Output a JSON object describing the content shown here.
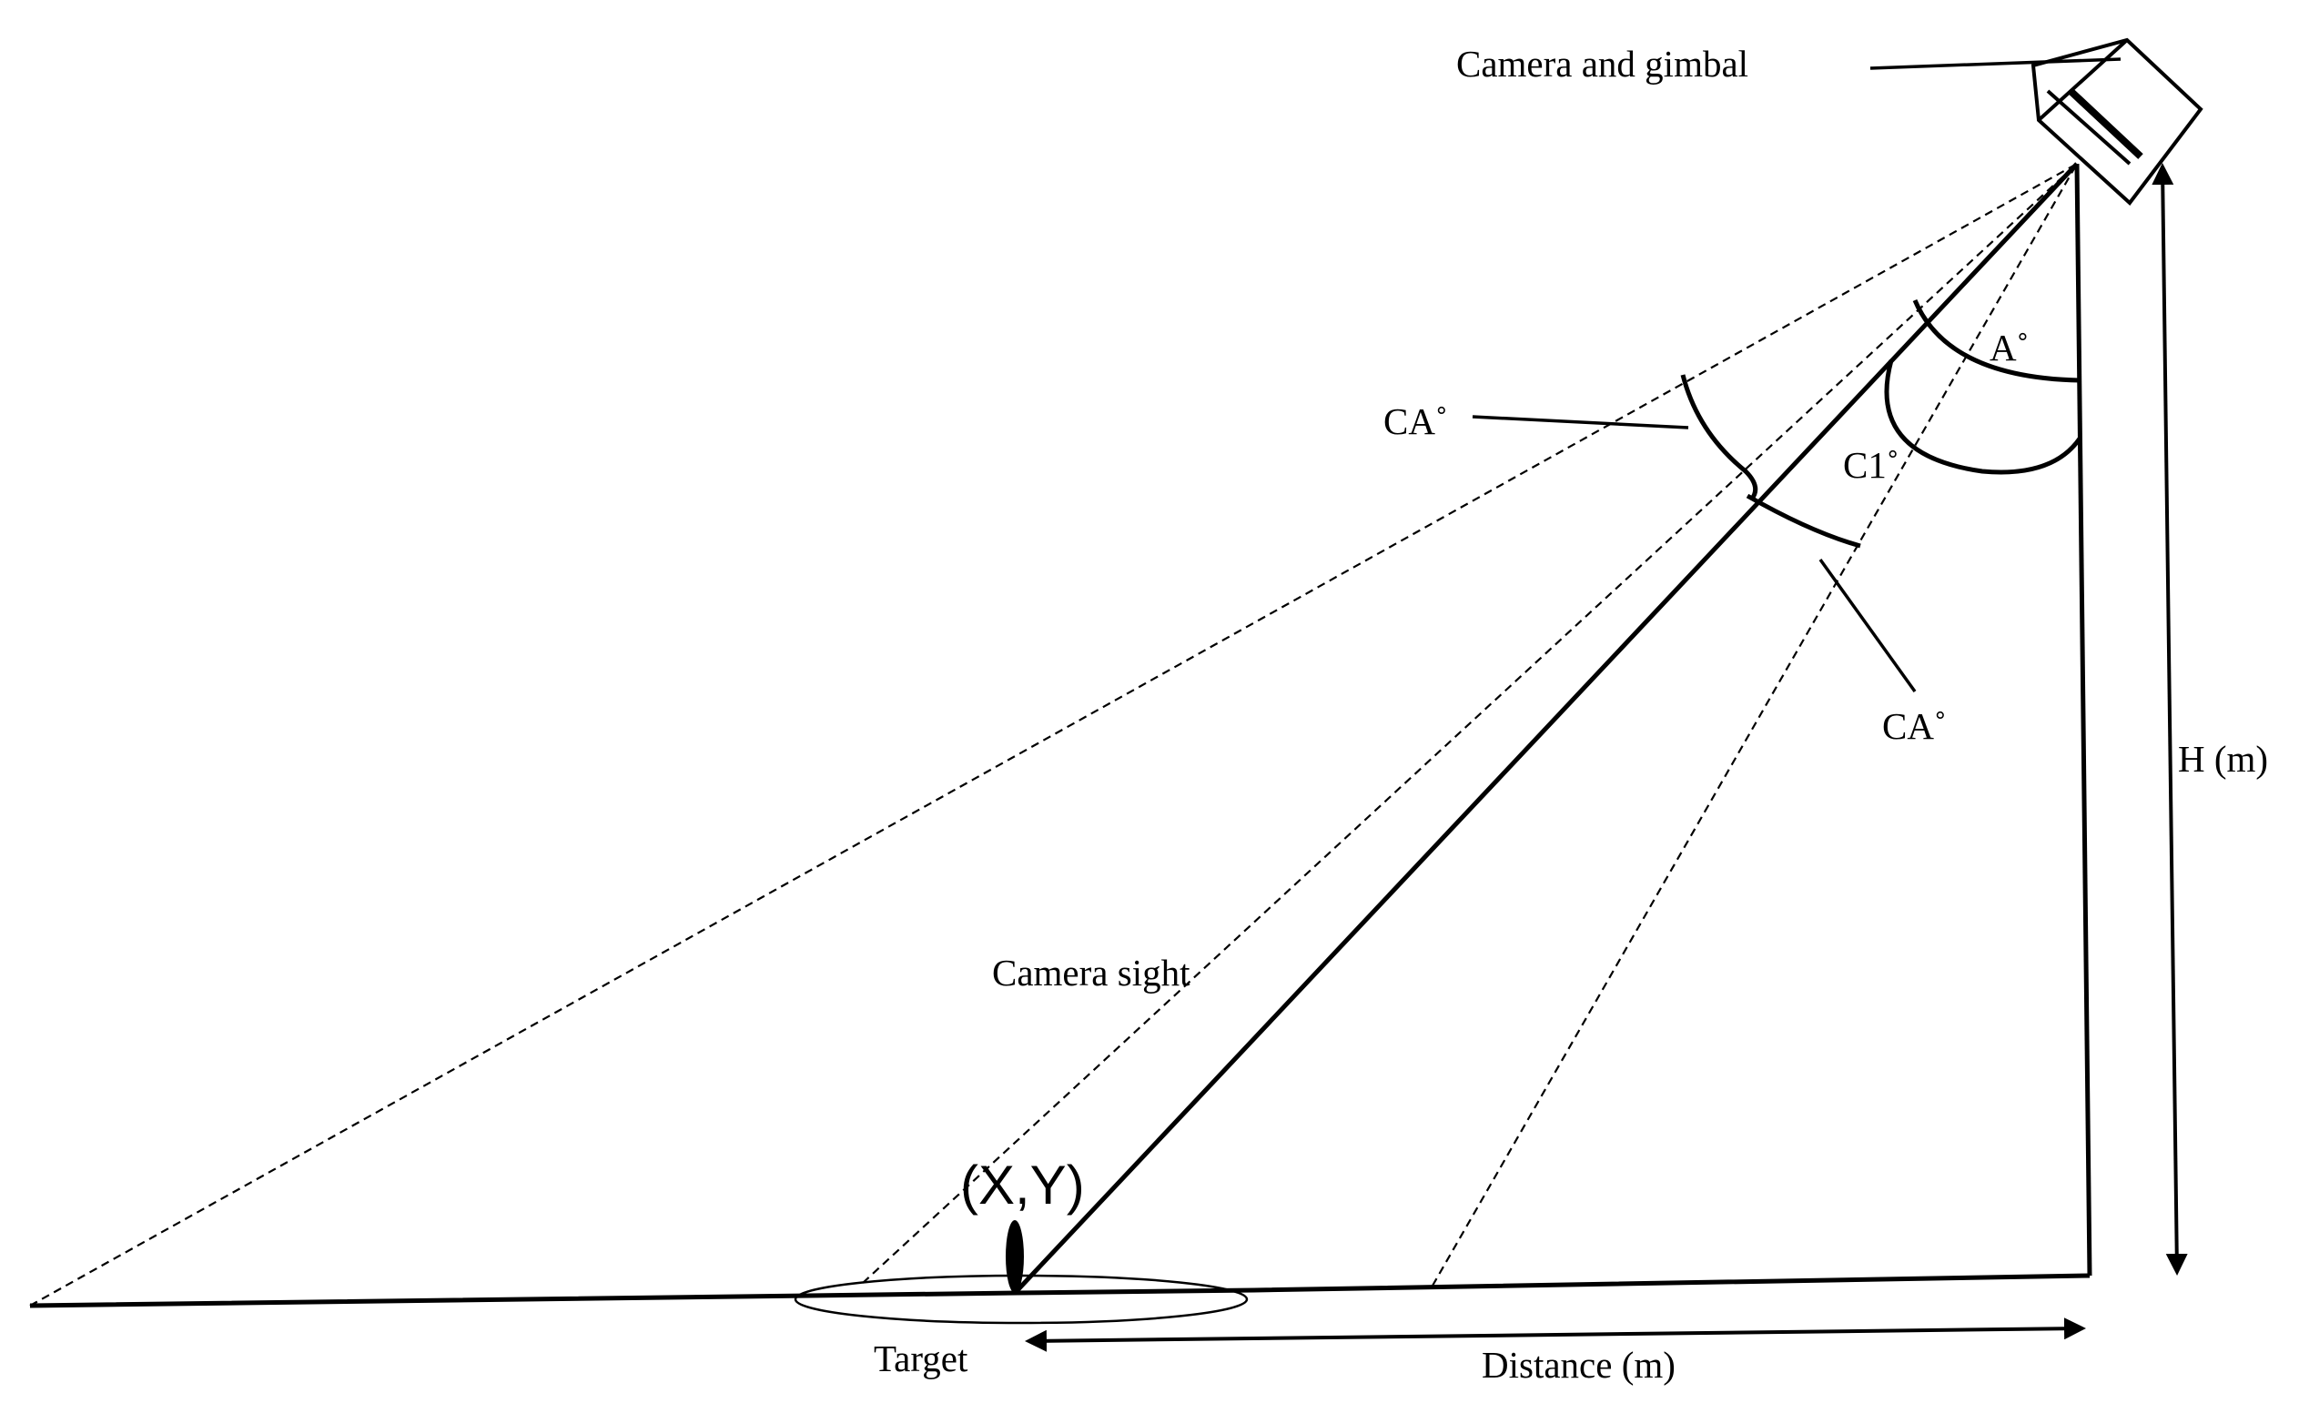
{
  "labels": {
    "camera_gimbal": "Camera and gimbal",
    "angle_a": "A˚",
    "angle_c1": "C1˚",
    "angle_ca_upper": "CA˚",
    "angle_ca_lower": "CA˚",
    "height": "H (m)",
    "camera_sight": "Camera sight",
    "target_point": "(X,Y)",
    "target": "Target",
    "distance": "Distance (m)"
  },
  "colors": {
    "stroke": "#000000",
    "background": "#ffffff"
  }
}
